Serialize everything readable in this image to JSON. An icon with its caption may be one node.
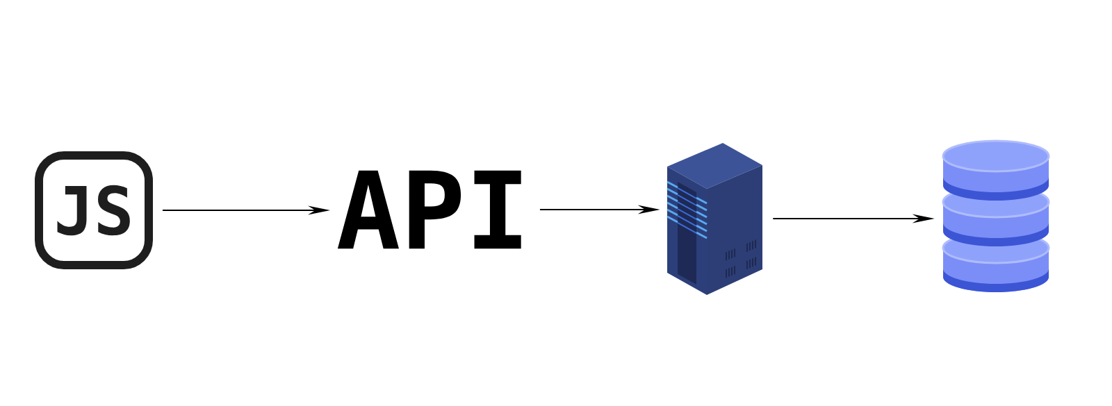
{
  "diagram": {
    "nodes": [
      {
        "text": [
          "JS"
        ]
      },
      {
        "text": [
          "API"
        ]
      },
      {
        "text": [],
        "shape": "picture"
      },
      {
        "text": [],
        "shape": "cylinder"
      }
    ],
    "edges": [
      {
        "from": 0,
        "to": 1,
        "arrow": "to"
      },
      {
        "from": 1,
        "to": 2,
        "arrow": "to"
      },
      {
        "from": 2,
        "to": 3,
        "arrow": "to"
      }
    ]
  }
}
